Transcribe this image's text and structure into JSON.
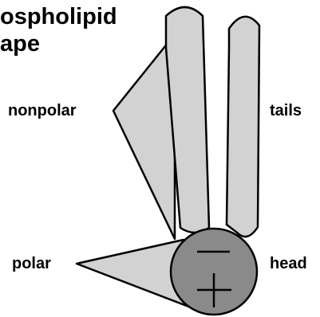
{
  "title": {
    "line1": "ospholipid",
    "line2": "ape"
  },
  "labels": {
    "nonpolar": "nonpolar",
    "tails": "tails",
    "polar": "polar",
    "head": "head"
  },
  "colors": {
    "tail_fill": "#d2d2d2",
    "head_fill": "#8a8a8a",
    "triangle_fill": "#d2d2d2",
    "stroke": "#000000",
    "background": "#ffffff"
  },
  "symbols": {
    "minus": "minus-sign",
    "plus": "plus-sign"
  }
}
